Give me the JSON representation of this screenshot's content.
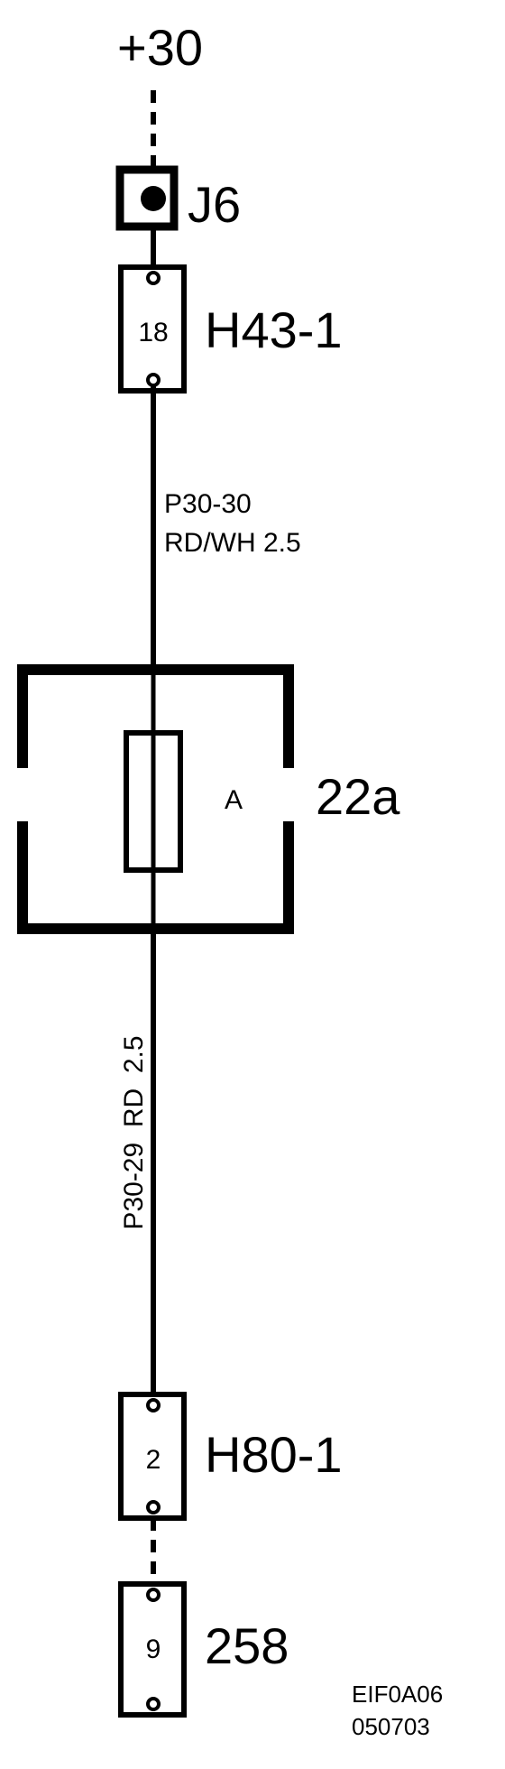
{
  "supply": {
    "label": "+30"
  },
  "splice": {
    "label": "J6"
  },
  "connector_top": {
    "label": "H43-1",
    "pin": "18"
  },
  "wire_top": {
    "line1": "P30-30",
    "line2": "RD/WH 2.5"
  },
  "fuse": {
    "label": "22a",
    "inner_label": "A"
  },
  "wire_bottom": {
    "label": "P30-29  RD  2.5"
  },
  "connector_mid": {
    "label": "H80-1",
    "pin": "2"
  },
  "connector_bottom": {
    "label": "258",
    "pin": "9"
  },
  "doc_code": {
    "line1": "EIF0A06",
    "line2": "050703"
  },
  "colors": {
    "ink": "#000000",
    "background": "#ffffff"
  }
}
